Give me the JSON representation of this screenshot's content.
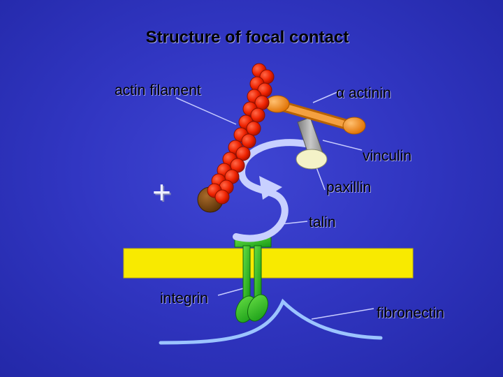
{
  "title": "Structure of focal contact",
  "labels": {
    "actin_filament": "actin filament",
    "alpha_actinin": "α actinin",
    "vinculin": "vinculin",
    "paxillin": "paxillin",
    "talin": "talin",
    "integrin": "integrin",
    "fibronectin": "fibronectin"
  },
  "plus_sign": "+",
  "colors": {
    "background": "#3136c2",
    "actin": "#ee2200",
    "actinin": "#f08a10",
    "vinculin": "#a8a8a8",
    "paxillin": "#f4f2c8",
    "talin": "#c8d0ff",
    "membrane": "#f8ea00",
    "integrin": "#22aa22",
    "fibronectin": "#9cc4ff",
    "anchor": "#7a4a14"
  }
}
